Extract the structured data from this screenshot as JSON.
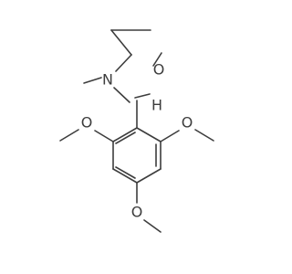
{
  "molecule": {
    "atoms": {
      "ring_oxygen": "O",
      "ring_nitrogen": "N",
      "ring_carbon_hydrogen": "H",
      "methoxy_oxygen_left": "O",
      "methoxy_oxygen_right": "O",
      "methoxy_oxygen_bottom": "O"
    }
  }
}
